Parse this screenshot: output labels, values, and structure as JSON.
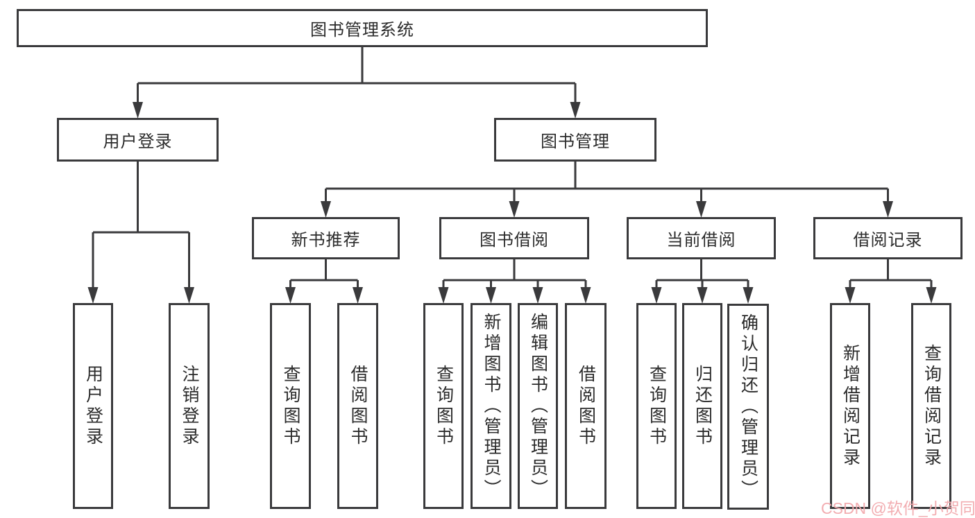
{
  "colors": {
    "line": "#3a3a3c",
    "box_border": "#3a3a3c",
    "text": "#2b2b2b",
    "background": "#ffffff",
    "watermark": "#f2a9ad"
  },
  "diagram": {
    "root": {
      "label": "图书管理系统"
    },
    "level2": {
      "user_login": {
        "label": "用户登录"
      },
      "book_management": {
        "label": "图书管理"
      }
    },
    "level3": {
      "new_book_rec": {
        "label": "新书推荐"
      },
      "book_borrow": {
        "label": "图书借阅"
      },
      "current_borrow": {
        "label": "当前借阅"
      },
      "borrow_records": {
        "label": "借阅记录"
      }
    },
    "leaves": {
      "user_login": {
        "label": "用户登录"
      },
      "logout": {
        "label": "注销登录"
      },
      "rec_query_books": {
        "label": "查询图书"
      },
      "rec_borrow_books": {
        "label": "借阅图书"
      },
      "bb_query_books": {
        "label": "查询图书"
      },
      "bb_add_books": {
        "label": "新增图书（管理员）"
      },
      "bb_edit_books": {
        "label": "编辑图书（管理员）"
      },
      "bb_borrow_books": {
        "label": "借阅图书"
      },
      "cb_query_books": {
        "label": "查询图书"
      },
      "cb_return_books": {
        "label": "归还图书"
      },
      "cb_confirm_return": {
        "label": "确认归还（管理员）"
      },
      "br_add_record": {
        "label": "新增借阅记录"
      },
      "br_query_record": {
        "label": "查询借阅记录"
      }
    }
  },
  "watermark": {
    "text": "CSDN @软件_小贺同学"
  }
}
